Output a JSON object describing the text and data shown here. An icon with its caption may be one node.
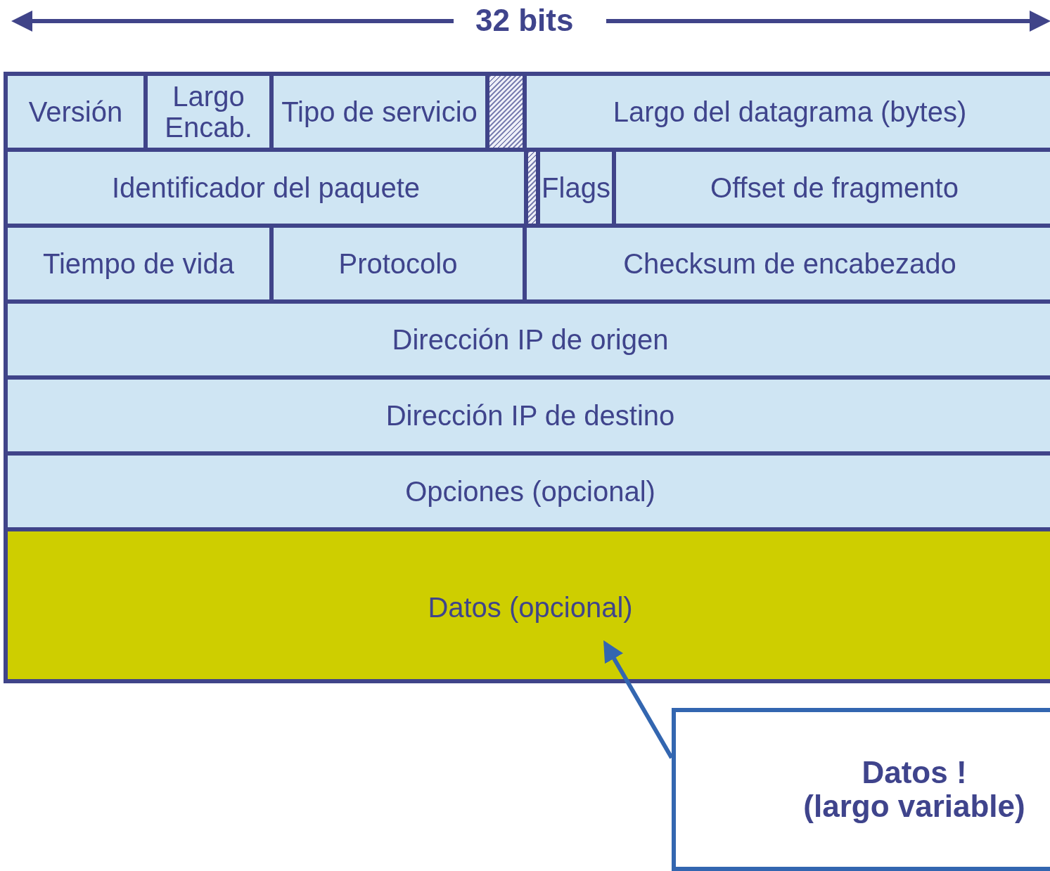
{
  "diagram": {
    "nodes": [
      {
        "text": [
          "Versión"
        ]
      },
      {
        "text": [
          "Largo Encab."
        ]
      },
      {
        "text": [
          "Tipo de servicio"
        ]
      },
      {
        "text": [],
        "shape": "box"
      },
      {
        "text": [
          "Largo del datagrama (bytes)"
        ]
      },
      {
        "text": [
          "Identificador del paquete"
        ]
      },
      {
        "text": [],
        "shape": "box"
      },
      {
        "text": [
          "Flags"
        ]
      },
      {
        "text": [
          "Offset de fragmento"
        ]
      },
      {
        "text": [
          "Tiempo de vida"
        ]
      },
      {
        "text": [
          "Protocolo"
        ]
      },
      {
        "text": [
          "Checksum de encabezado"
        ]
      },
      {
        "text": [
          "Dirección IP de origen"
        ]
      },
      {
        "text": [
          "Dirección IP de destino"
        ]
      },
      {
        "text": [
          "Opciones (opcional)"
        ]
      },
      {
        "text": [
          "Datos (opcional)"
        ]
      },
      {
        "text": [
          "Datos ! (largo variable)"
        ]
      }
    ],
    "edges": [
      {
        "from": 16,
        "to": 15,
        "arrow": "to"
      }
    ],
    "labels": [
      "32 bits"
    ]
  }
}
